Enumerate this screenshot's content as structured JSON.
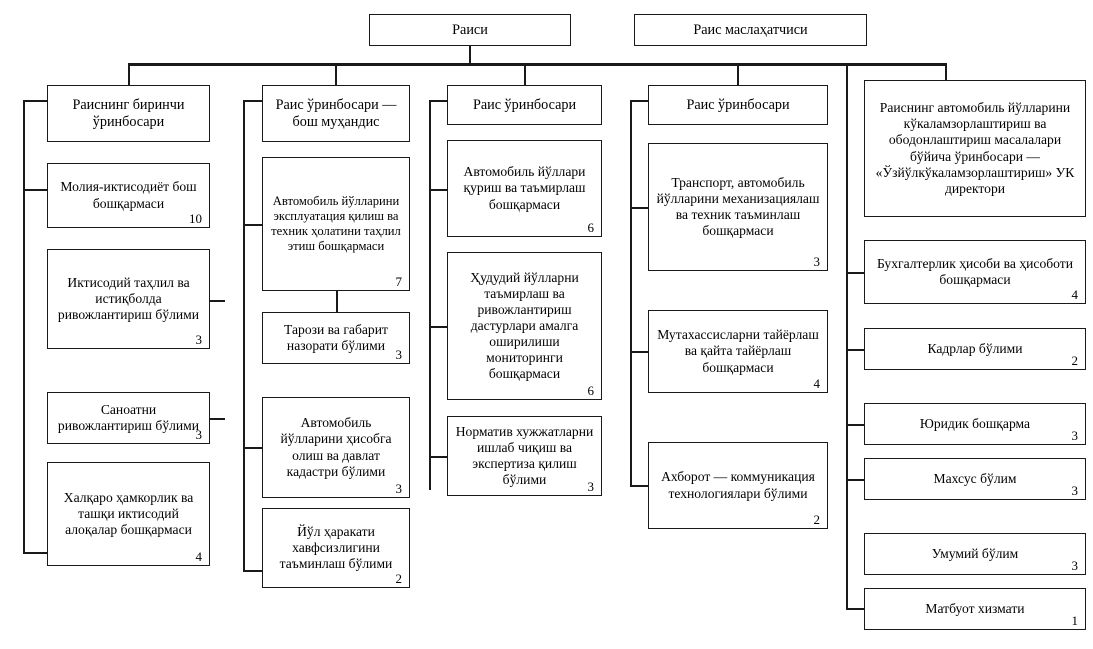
{
  "diagram": {
    "title_top": "Раиси",
    "advisor": "Раис маслаҳатчиси",
    "columns": [
      {
        "header": "Раиснинг биринчи ўринбосари",
        "items": [
          {
            "label": "Молия-иктисодиёт бош бошқармаси",
            "count": "10"
          },
          {
            "label": "Иктисодий таҳлил ва истиқболда ривожлантириш бўлими",
            "count": "3"
          },
          {
            "label": "Саноатни ривожлантириш бўлими",
            "count": "3"
          },
          {
            "label": "Халқаро ҳамкорлик ва ташқи иктисодий алоқалар бошқармаси",
            "count": "4"
          }
        ]
      },
      {
        "header": "Раис ўринбосари — бош муҳандис",
        "items": [
          {
            "label": "Автомобиль йўлларини эксплуатация қилиш ва техник ҳолатини таҳлил этиш бошқармаси",
            "count": "7"
          },
          {
            "label": "Тарози ва габарит назорати бўлими",
            "count": "3"
          },
          {
            "label": "Автомобиль йўлларини ҳисобга олиш ва давлат кадастри бўлими",
            "count": "3"
          },
          {
            "label": "Йўл ҳаракати хавфсизлигини таъминлаш бўлими",
            "count": "2"
          }
        ]
      },
      {
        "header": "Раис ўринбосари",
        "items": [
          {
            "label": "Автомобиль йўллари қуриш ва таъмирлаш бошқармаси",
            "count": "6"
          },
          {
            "label": "Ҳудудий йўлларни таъмирлаш ва ривожлантириш дастурлари амалга оширилиши мониторинги бошқармаси",
            "count": "6"
          },
          {
            "label": "Норматив хужжатларни ишлаб чиқиш ва экспертиза қилиш бўлими",
            "count": "3"
          }
        ]
      },
      {
        "header": "Раис ўринбосари",
        "items": [
          {
            "label": "Транспорт, автомобиль йўлларини механизациялаш ва техник таъминлаш бошқармаси",
            "count": "3"
          },
          {
            "label": "Мутахассисларни тайёрлаш ва қайта тайёрлаш бошқармаси",
            "count": "4"
          },
          {
            "label": "Ахборот — коммуникация технологиялари бўлими",
            "count": "2"
          }
        ]
      },
      {
        "header": "Раиснинг автомобиль йўлларини кўкаламзорлаштириш ва ободонлаштириш масалалари бўйича ўринбосари — «Ўзйўлкўкаламзорлаштириш» УК директори",
        "items": [
          {
            "label": "Бухгалтерлик ҳисоби ва ҳисоботи бошқармаси",
            "count": "4"
          },
          {
            "label": "Кадрлар бўлими",
            "count": "2"
          },
          {
            "label": "Юридик бошқарма",
            "count": "3"
          },
          {
            "label": "Махсус бўлим",
            "count": "3"
          },
          {
            "label": "Умумий бўлим",
            "count": "3"
          },
          {
            "label": "Матбуот хизмати",
            "count": "1"
          }
        ]
      }
    ]
  },
  "colors": {
    "line": "#1a1a1a",
    "background": "#ffffff",
    "text": "#000000"
  }
}
